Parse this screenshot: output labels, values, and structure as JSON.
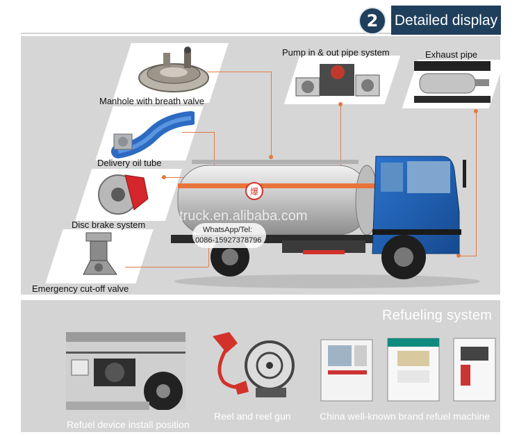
{
  "header": {
    "badge_number": "2",
    "title": "Detailed display"
  },
  "parts": {
    "manhole": "Manhole with breath valve",
    "oil_tube": "Delivery oil tube",
    "disc_brake": "Disc brake system",
    "cutoff_valve": "Emergency cut-off valve",
    "pump": "Pump in & out pipe system",
    "exhaust": "Exhaust pipe"
  },
  "watermark": {
    "site": "truck.en.alibaba.com",
    "whatsapp_label": "WhatsApp/Tel:",
    "phone": "0086-15927378796"
  },
  "refueling": {
    "title": "Refueling system",
    "items": [
      {
        "label": "Refuel device install position"
      },
      {
        "label": "Reel and reel gun"
      },
      {
        "label": "China well-known brand refuel machine"
      }
    ]
  },
  "colors": {
    "accent_line": "#e07a46",
    "header_blue": "#1f3f5c",
    "panel_gray": "#d6d6d6",
    "truck_blue": "#1f5fb0"
  }
}
